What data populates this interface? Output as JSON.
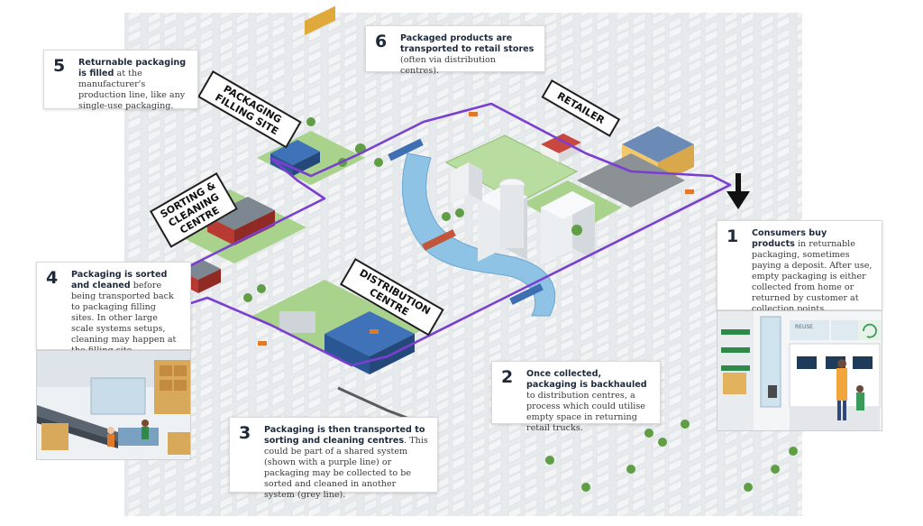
{
  "labels": {
    "packaging_filling_site": [
      "PACKAGING",
      "FILLING SITE"
    ],
    "retailer": "RETAILER",
    "sorting_cleaning_centre": [
      "SORTING &",
      "CLEANING",
      "CENTRE"
    ],
    "distribution_centre": [
      "DISTRIBUTION",
      "CENTRE"
    ]
  },
  "steps": [
    {
      "number": "1",
      "bold": "Consumers buy products",
      "rest": "in returnable packaging, sometimes paying a deposit. After use, empty packaging is either collected from home or returned by customer at collection points."
    },
    {
      "number": "2",
      "bold": "Once collected, packaging is backhauled",
      "rest": "to distribution centres, a process which could utilise empty space in returning retail trucks."
    },
    {
      "number": "3",
      "bold": "Packaging is then transported to sorting and cleaning centres",
      "rest": ". This could be part of a shared system (shown with a purple line) or packaging may be collected to be sorted and cleaned in another system (grey line)."
    },
    {
      "number": "4",
      "bold": "Packaging is sorted and cleaned",
      "rest": "before being transported back to packaging filling sites. In other large scale systems setups, cleaning may happen at the filling site."
    },
    {
      "number": "5",
      "bold": "Returnable packaging is filled",
      "rest": "at the manufacturer's production line, like any single-use packaging."
    },
    {
      "number": "6",
      "bold": "Packaged products are transported to retail stores",
      "rest": "(often via distribution centres)."
    }
  ],
  "store_sign": "REUSE",
  "colors": {
    "route_shared": "#7b3fd0",
    "route_other": "#5a5a5a",
    "ground": "#e7eaec",
    "water": "#8fc3e6",
    "grass": "#8bc16a",
    "building": "#f3f4f5",
    "warehouse_blue": "#2f5ea8",
    "building_red": "#b93a32"
  }
}
